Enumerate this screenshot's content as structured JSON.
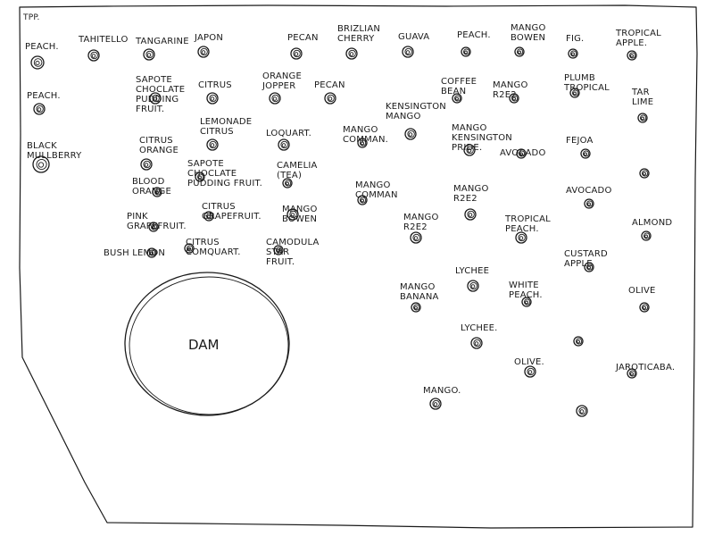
{
  "corner_label": "TPP.",
  "dam_label": "DAM",
  "trees": [
    {
      "label": [
        "PEACH."
      ]
    },
    {
      "label": [
        "TAHITELLO"
      ]
    },
    {
      "label": [
        "TANGARINE"
      ]
    },
    {
      "label": [
        "JAPON"
      ]
    },
    {
      "label": [
        "PECAN"
      ]
    },
    {
      "label": [
        "BRIZLIAN",
        "CHERRY"
      ]
    },
    {
      "label": [
        "GUAVA"
      ]
    },
    {
      "label": [
        "PEACH."
      ]
    },
    {
      "label": [
        "MANGO",
        "BOWEN"
      ]
    },
    {
      "label": [
        "FIG."
      ]
    },
    {
      "label": [
        "TROPICAL",
        "APPLE."
      ]
    },
    {
      "label": [
        "PEACH."
      ]
    },
    {
      "label": [
        "BLACK",
        "MULLBERRY"
      ]
    },
    {
      "label": [
        "SAPOTE",
        "CHOCLATE",
        "PUDDING",
        "FRUIT."
      ]
    },
    {
      "label": [
        "CITRUS"
      ]
    },
    {
      "label": [
        "ORANGE",
        "JOPPER"
      ]
    },
    {
      "label": [
        "PECAN"
      ]
    },
    {
      "label": [
        "COFFEE",
        "BEAN"
      ]
    },
    {
      "label": [
        "MANGO",
        "R2E2"
      ]
    },
    {
      "label": [
        "PLUMB",
        "TROPICAL"
      ]
    },
    {
      "label": [
        "TAR",
        "LIME"
      ]
    },
    {
      "label": [
        "LEMONADE",
        "CITRUS"
      ]
    },
    {
      "label": [
        "LOQUART."
      ]
    },
    {
      "label": [
        "MANGO",
        "COMMAN."
      ]
    },
    {
      "label": [
        "KENSINGTON",
        "MANGO"
      ]
    },
    {
      "label": [
        "MANGO",
        "KENSINGTON",
        "PRIDE."
      ]
    },
    {
      "label": [
        "AVOCADO"
      ]
    },
    {
      "label": [
        "FEJOA"
      ]
    },
    {
      "label": [
        "CITRUS",
        "ORANGE"
      ]
    },
    {
      "label": [
        "SAPOTE",
        "CHOCLATE",
        "PUDDING FRUIT."
      ]
    },
    {
      "label": [
        "CAMELIA",
        "(TEA)"
      ]
    },
    {
      "label": []
    },
    {
      "label": [
        "BLOOD",
        "ORANGE"
      ]
    },
    {
      "label": [
        "MANGO",
        "COMMAN"
      ]
    },
    {
      "label": [
        "MANGO",
        "R2E2"
      ]
    },
    {
      "label": [
        "AVOCADO"
      ]
    },
    {
      "label": [
        "PINK",
        "GRAPEFRUIT."
      ]
    },
    {
      "label": [
        "CITRUS",
        "GRAPEFRUIT."
      ]
    },
    {
      "label": [
        "MANGO",
        "BOWEN"
      ]
    },
    {
      "label": [
        "MANGO",
        "R2E2"
      ]
    },
    {
      "label": [
        "TROPICAL",
        "PEACH."
      ]
    },
    {
      "label": [
        "ALMOND"
      ]
    },
    {
      "label": [
        "BUSH LEMON"
      ]
    },
    {
      "label": [
        "CITRUS",
        "COMQUART."
      ]
    },
    {
      "label": [
        "CAMODULA",
        "STAR",
        "FRUIT."
      ]
    },
    {
      "label": [
        "CUSTARD",
        "APPLE"
      ]
    },
    {
      "label": [
        "LYCHEE"
      ]
    },
    {
      "label": [
        "MANGO",
        "BANANA"
      ]
    },
    {
      "label": [
        "WHITE",
        "PEACH."
      ]
    },
    {
      "label": [
        "OLIVE"
      ]
    },
    {
      "label": [
        "LYCHEE."
      ]
    },
    {
      "label": []
    },
    {
      "label": [
        "OLIVE."
      ]
    },
    {
      "label": [
        "JAROTICABA."
      ]
    },
    {
      "label": [
        "MANGO."
      ]
    },
    {
      "label": []
    }
  ]
}
